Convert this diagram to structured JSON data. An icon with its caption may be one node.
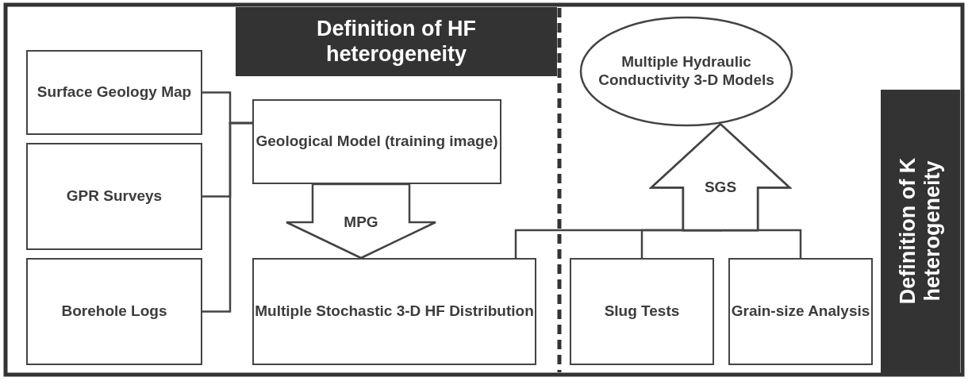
{
  "diagram": {
    "nodes": [
      {
        "text": [
          "Surface Geology Map"
        ]
      },
      {
        "text": [
          "GPR Surveys"
        ]
      },
      {
        "text": [
          "Borehole Logs"
        ]
      },
      {
        "text": [
          "Definition of HF heterogeneity"
        ]
      },
      {
        "text": [
          "Geological Model (training image)"
        ]
      },
      {
        "text": [
          "Multiple Stochastic 3-D HF Distribution"
        ]
      },
      {
        "text": [
          "Multiple Hydraulic Conductivity 3-D Models"
        ]
      },
      {
        "text": [
          "Slug Tests"
        ]
      },
      {
        "text": [
          "Grain-size Analysis"
        ]
      },
      {
        "text": [
          "Definition of K heterogeneity"
        ]
      }
    ],
    "edges": [
      {
        "from": 0,
        "to": 4,
        "arrow": "none"
      },
      {
        "from": 1,
        "to": 4,
        "arrow": "none"
      },
      {
        "from": 2,
        "to": 4,
        "arrow": "none"
      },
      {
        "from": 4,
        "to": 5,
        "arrow": "to",
        "label": "MPG"
      },
      {
        "from": 5,
        "to": 6,
        "arrow": "to"
      },
      {
        "from": 7,
        "to": 6,
        "arrow": "to",
        "label": "SGS"
      },
      {
        "from": 8,
        "to": 6,
        "arrow": "to"
      }
    ]
  }
}
